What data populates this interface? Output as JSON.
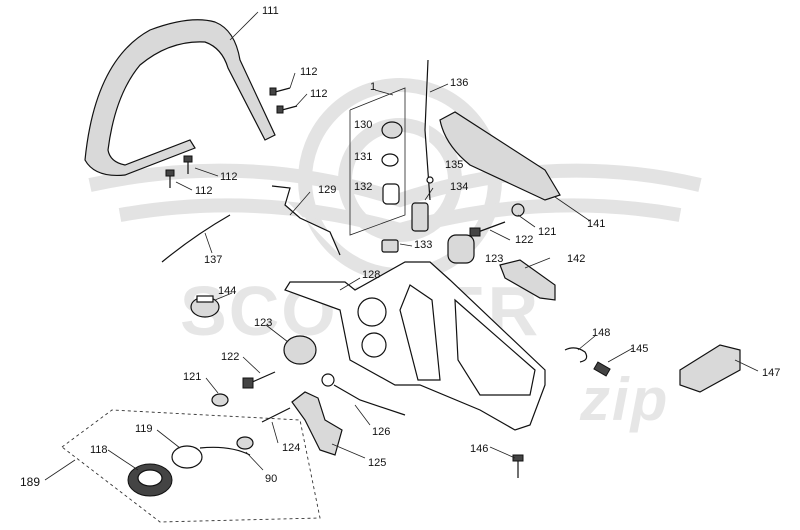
{
  "watermark": {
    "text": "SCOOTER",
    "subtext": "zip"
  },
  "part_labels": {
    "p111": "111",
    "p112a": "112",
    "p112b": "112",
    "p112c": "112",
    "p112d": "112",
    "p1": "1",
    "p136": "136",
    "p130": "130",
    "p131": "131",
    "p132": "132",
    "p135": "135",
    "p134": "134",
    "p133": "133",
    "p141": "141",
    "p121a": "121",
    "p122a": "122",
    "p123a": "123",
    "p142": "142",
    "p129": "129",
    "p137": "137",
    "p128": "128",
    "p144": "144",
    "p123b": "123",
    "p122b": "122",
    "p121b": "121",
    "p148": "148",
    "p145": "145",
    "p147": "147",
    "p119": "119",
    "p124": "124",
    "p126": "126",
    "p118": "118",
    "p90": "90",
    "p125": "125",
    "p146": "146",
    "p189": "189"
  }
}
